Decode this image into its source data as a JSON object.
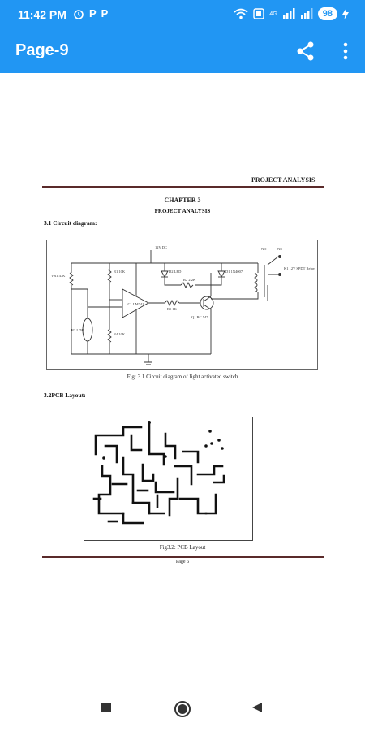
{
  "status": {
    "time": "11:42 PM",
    "left_glyphs": [
      "P",
      "P"
    ],
    "signal_badge": "4G",
    "battery": "98",
    "icons": [
      "alarm-icon",
      "wifi-icon",
      "volte-icon",
      "signal-icon",
      "battery-icon",
      "charging-icon"
    ]
  },
  "appbar": {
    "title": "Page-9",
    "icons": [
      "share-icon",
      "more-vert-icon"
    ],
    "color": "#2196F3"
  },
  "document": {
    "running_header": "PROJECT ANALYSIS",
    "chapter": "CHAPTER 3",
    "chapter_title": "PROJECT ANALYSIS",
    "section1": "3.1 Circuit diagram:",
    "figure1_caption": "Fig: 3.1 Circuit diagram of light activated switch",
    "figure1_labels": {
      "supply": "12V DC",
      "r1": "R1 10K",
      "led": "D2 LED",
      "r2": "R2 2.2K",
      "diode": "D1 1N4007",
      "relay": "K1 12V SPDT Relay",
      "ldr": "R3 LDR",
      "r4": "R4 10K",
      "ic": "IC1 LM741",
      "r5": "R5 1K",
      "transistor": "Q1 BC 547",
      "vr": "VR1 47K",
      "no": "NO",
      "nc": "NC"
    },
    "section2": "3.2PCB Layout:",
    "figure2_caption": "Fig3.2: PCB Layout",
    "page_number": "Page 6"
  },
  "navbar": {
    "icons": [
      "recent-apps-icon",
      "home-icon",
      "back-icon"
    ]
  }
}
